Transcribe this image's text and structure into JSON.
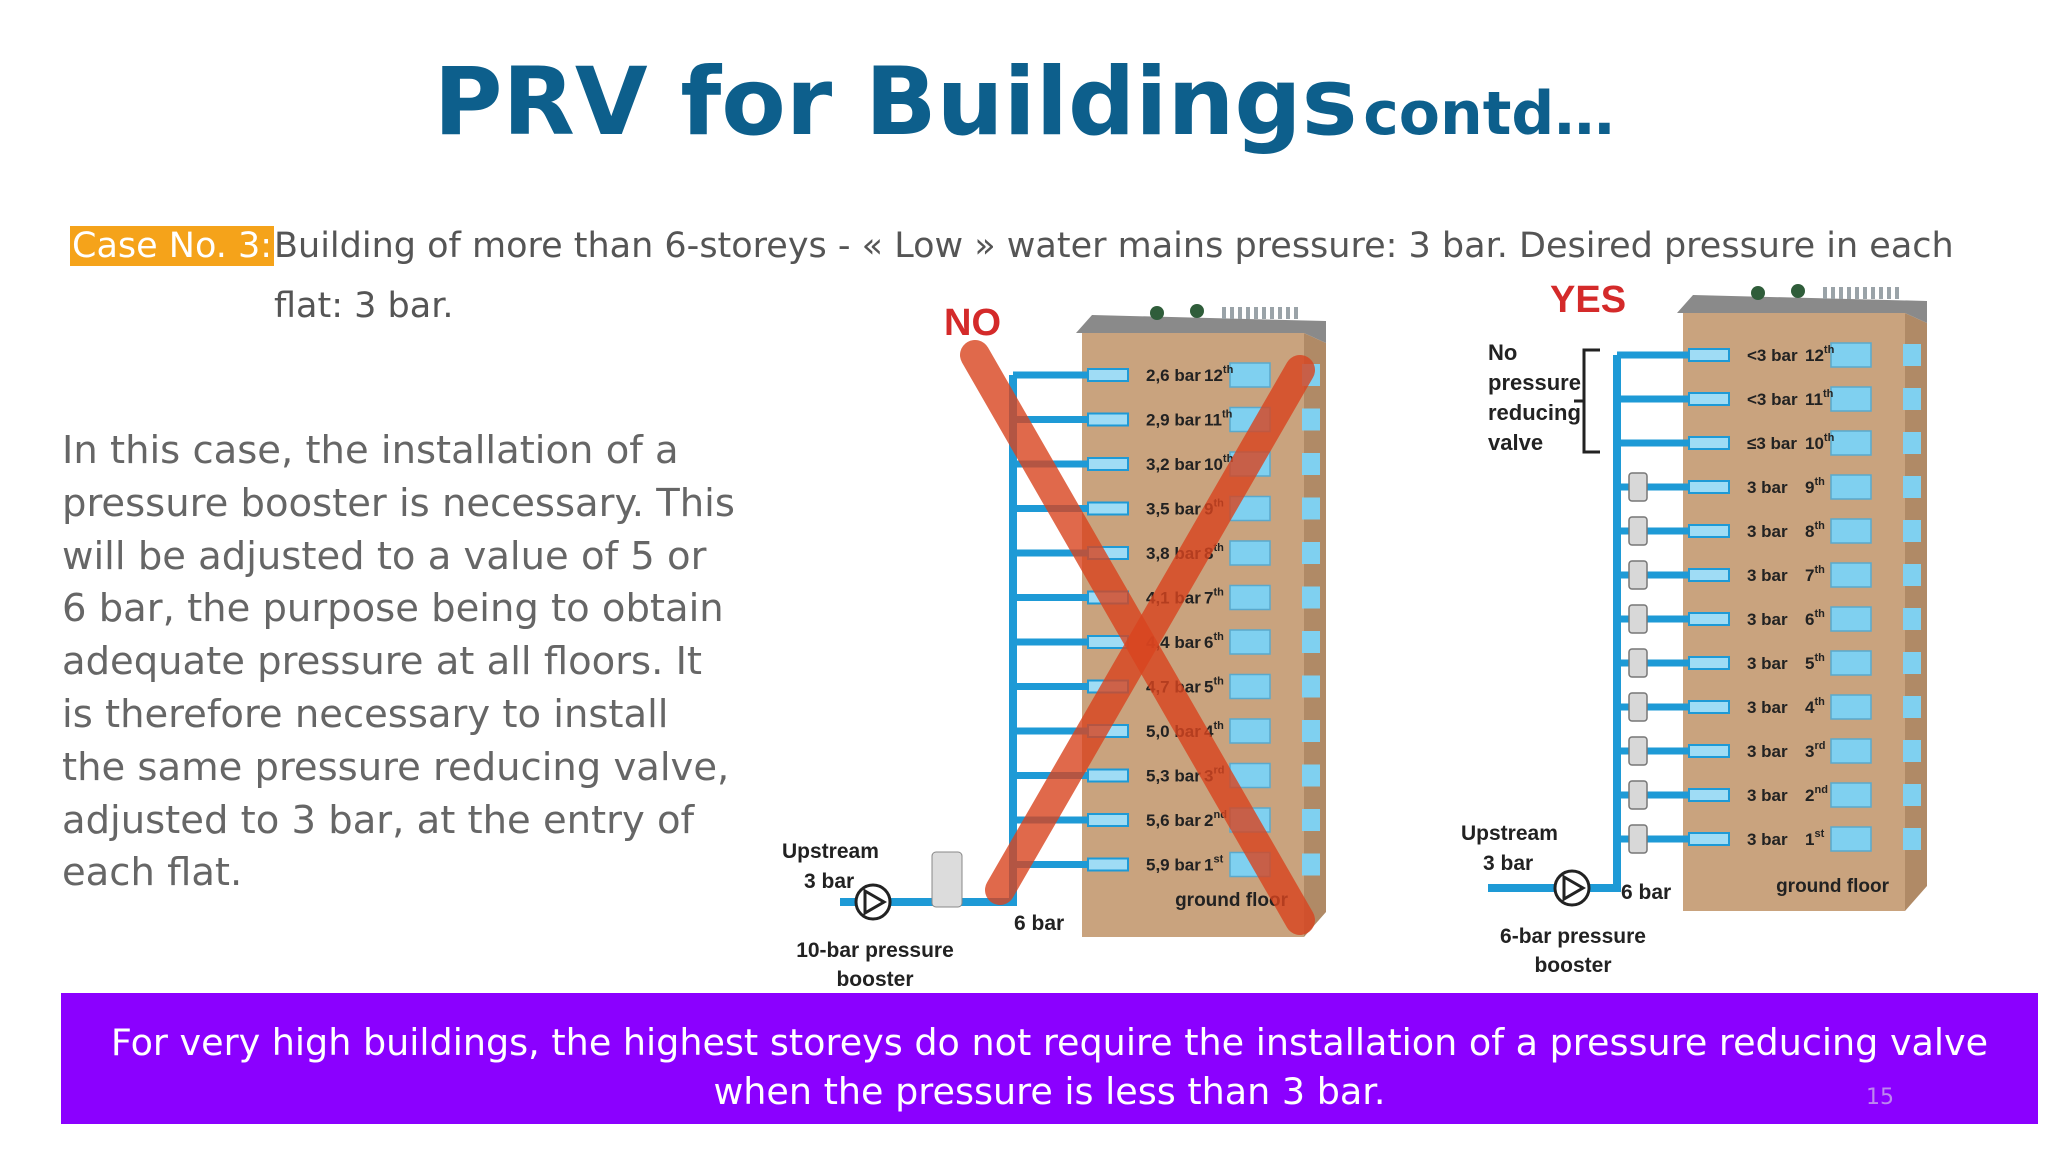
{
  "title": {
    "main": "PRV for Buildings",
    "suffix": "contd…"
  },
  "case": {
    "label": "Case No. 3:",
    "text": "Building of more than 6-storeys - « Low » water mains pressure: 3 bar. Desired pressure in each flat: 3 bar."
  },
  "body_text": "In this case, the installation of a pressure booster is necessary. This will be adjusted to a value of 5 or 6 bar, the purpose being to obtain adequate pressure at all floors. It is therefore necessary to install the same pressure reducing valve, adjusted to 3 bar,  at the entry of each flat.",
  "banner": "For very high buildings, the highest storeys do not require the installation of a pressure reducing valve when the pressure is less than 3 bar.",
  "page_number": "15",
  "colors": {
    "title": "#0d5f8c",
    "case_highlight": "#f5a31a",
    "banner": "#8b00ff",
    "pipe": "#1e9ad6",
    "building": "#c9a37e",
    "no_cross": "#d9441f"
  },
  "diagram_no": {
    "verdict": "NO",
    "upstream_label": "Upstream",
    "upstream_pressure": "3 bar",
    "booster_label_line1": "10-bar pressure",
    "booster_label_line2": "booster",
    "outlet_pressure": "6 bar",
    "ground_floor": "ground floor",
    "floors": [
      {
        "pressure": "2,6 bar",
        "num": "12",
        "sup": "th"
      },
      {
        "pressure": "2,9 bar",
        "num": "11",
        "sup": "th"
      },
      {
        "pressure": "3,2 bar",
        "num": "10",
        "sup": "th"
      },
      {
        "pressure": "3,5 bar",
        "num": "9",
        "sup": "th"
      },
      {
        "pressure": "3,8 bar",
        "num": "8",
        "sup": "th"
      },
      {
        "pressure": "4,1 bar",
        "num": "7",
        "sup": "th"
      },
      {
        "pressure": "4,4 bar",
        "num": "6",
        "sup": "th"
      },
      {
        "pressure": "4,7 bar",
        "num": "5",
        "sup": "th"
      },
      {
        "pressure": "5,0 bar",
        "num": "4",
        "sup": "th"
      },
      {
        "pressure": "5,3 bar",
        "num": "3",
        "sup": "rd"
      },
      {
        "pressure": "5,6 bar",
        "num": "2",
        "sup": "nd"
      },
      {
        "pressure": "5,9 bar",
        "num": "1",
        "sup": "st"
      }
    ]
  },
  "diagram_yes": {
    "verdict": "YES",
    "note_lines": [
      "No",
      "pressure",
      "reducing",
      "valve"
    ],
    "upstream_label": "Upstream",
    "upstream_pressure": "3 bar",
    "booster_label_line1": "6-bar pressure",
    "booster_label_line2": "booster",
    "outlet_pressure": "6 bar",
    "ground_floor": "ground floor",
    "floors": [
      {
        "pressure": "<3 bar",
        "num": "12",
        "sup": "th",
        "valve": false
      },
      {
        "pressure": "<3 bar",
        "num": "11",
        "sup": "th",
        "valve": false
      },
      {
        "pressure": "≤3 bar",
        "num": "10",
        "sup": "th",
        "valve": false
      },
      {
        "pressure": "3 bar",
        "num": "9",
        "sup": "th",
        "valve": true
      },
      {
        "pressure": "3 bar",
        "num": "8",
        "sup": "th",
        "valve": true
      },
      {
        "pressure": "3 bar",
        "num": "7",
        "sup": "th",
        "valve": true
      },
      {
        "pressure": "3 bar",
        "num": "6",
        "sup": "th",
        "valve": true
      },
      {
        "pressure": "3 bar",
        "num": "5",
        "sup": "th",
        "valve": true
      },
      {
        "pressure": "3 bar",
        "num": "4",
        "sup": "th",
        "valve": true
      },
      {
        "pressure": "3 bar",
        "num": "3",
        "sup": "rd",
        "valve": true
      },
      {
        "pressure": "3 bar",
        "num": "2",
        "sup": "nd",
        "valve": true
      },
      {
        "pressure": "3 bar",
        "num": "1",
        "sup": "st",
        "valve": true
      }
    ]
  }
}
